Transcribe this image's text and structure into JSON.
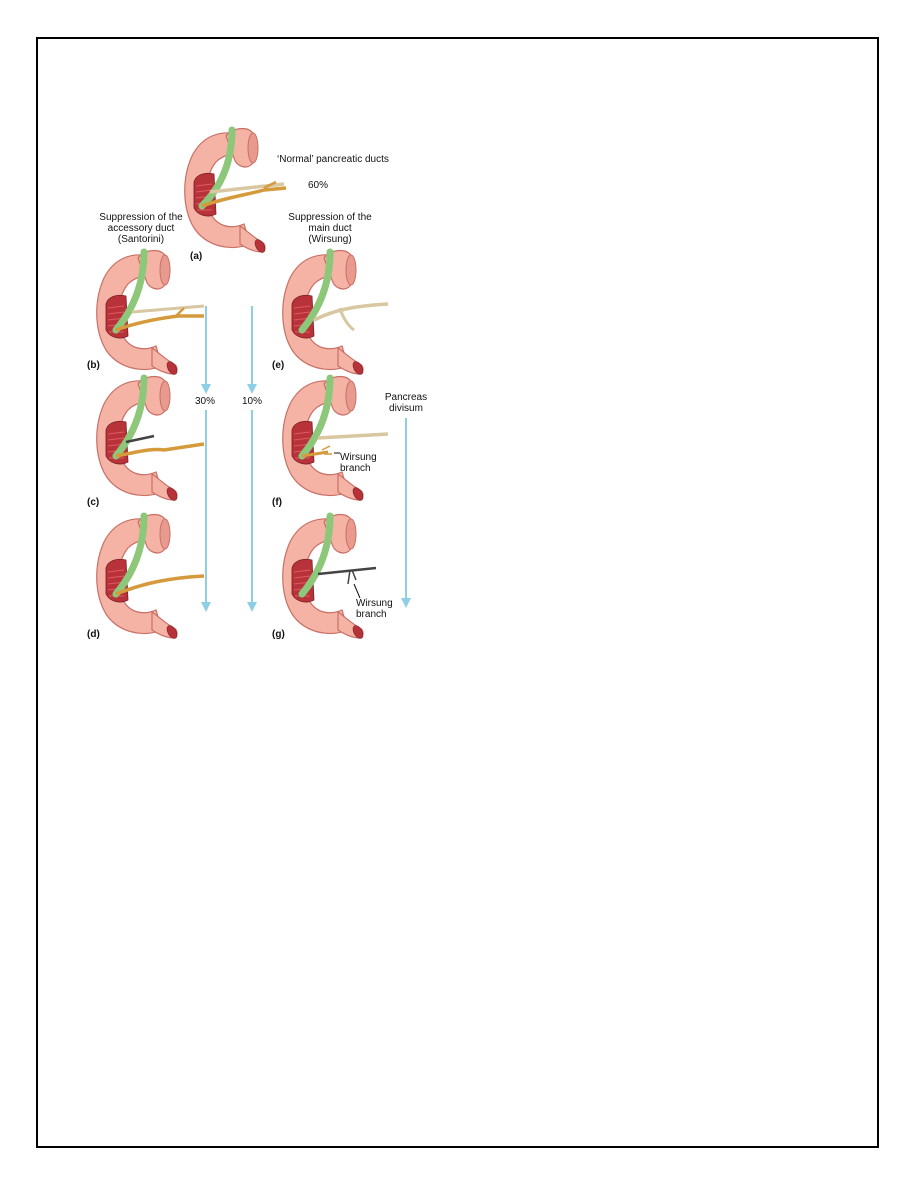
{
  "figure": {
    "panel_a_title": "‘Normal’ pancreatic ducts",
    "panel_a_percent": "60%",
    "left_heading": [
      "Suppression of the",
      "accessory duct",
      "(Santorini)"
    ],
    "right_heading": [
      "Suppression of the",
      "main duct",
      "(Wirsung)"
    ],
    "left_percent": "30%",
    "right_percent": "10%",
    "divisum_label": [
      "Pancreas",
      "divisum"
    ],
    "wirsung_branch_f": [
      "Wirsung",
      "branch"
    ],
    "wirsung_branch_g": [
      "Wirsung",
      "branch"
    ],
    "panel_letters": {
      "a": "(a)",
      "b": "(b)",
      "c": "(c)",
      "d": "(d)",
      "e": "(e)",
      "f": "(f)",
      "g": "(g)"
    },
    "colors": {
      "duodenum_fill": "#f4b3a4",
      "duodenum_edge": "#c96f66",
      "mucosa": "#b8323a",
      "bile_duct": "#8cc77a",
      "main_duct": "#d49a3c",
      "arrow": "#8ecfe6"
    }
  }
}
